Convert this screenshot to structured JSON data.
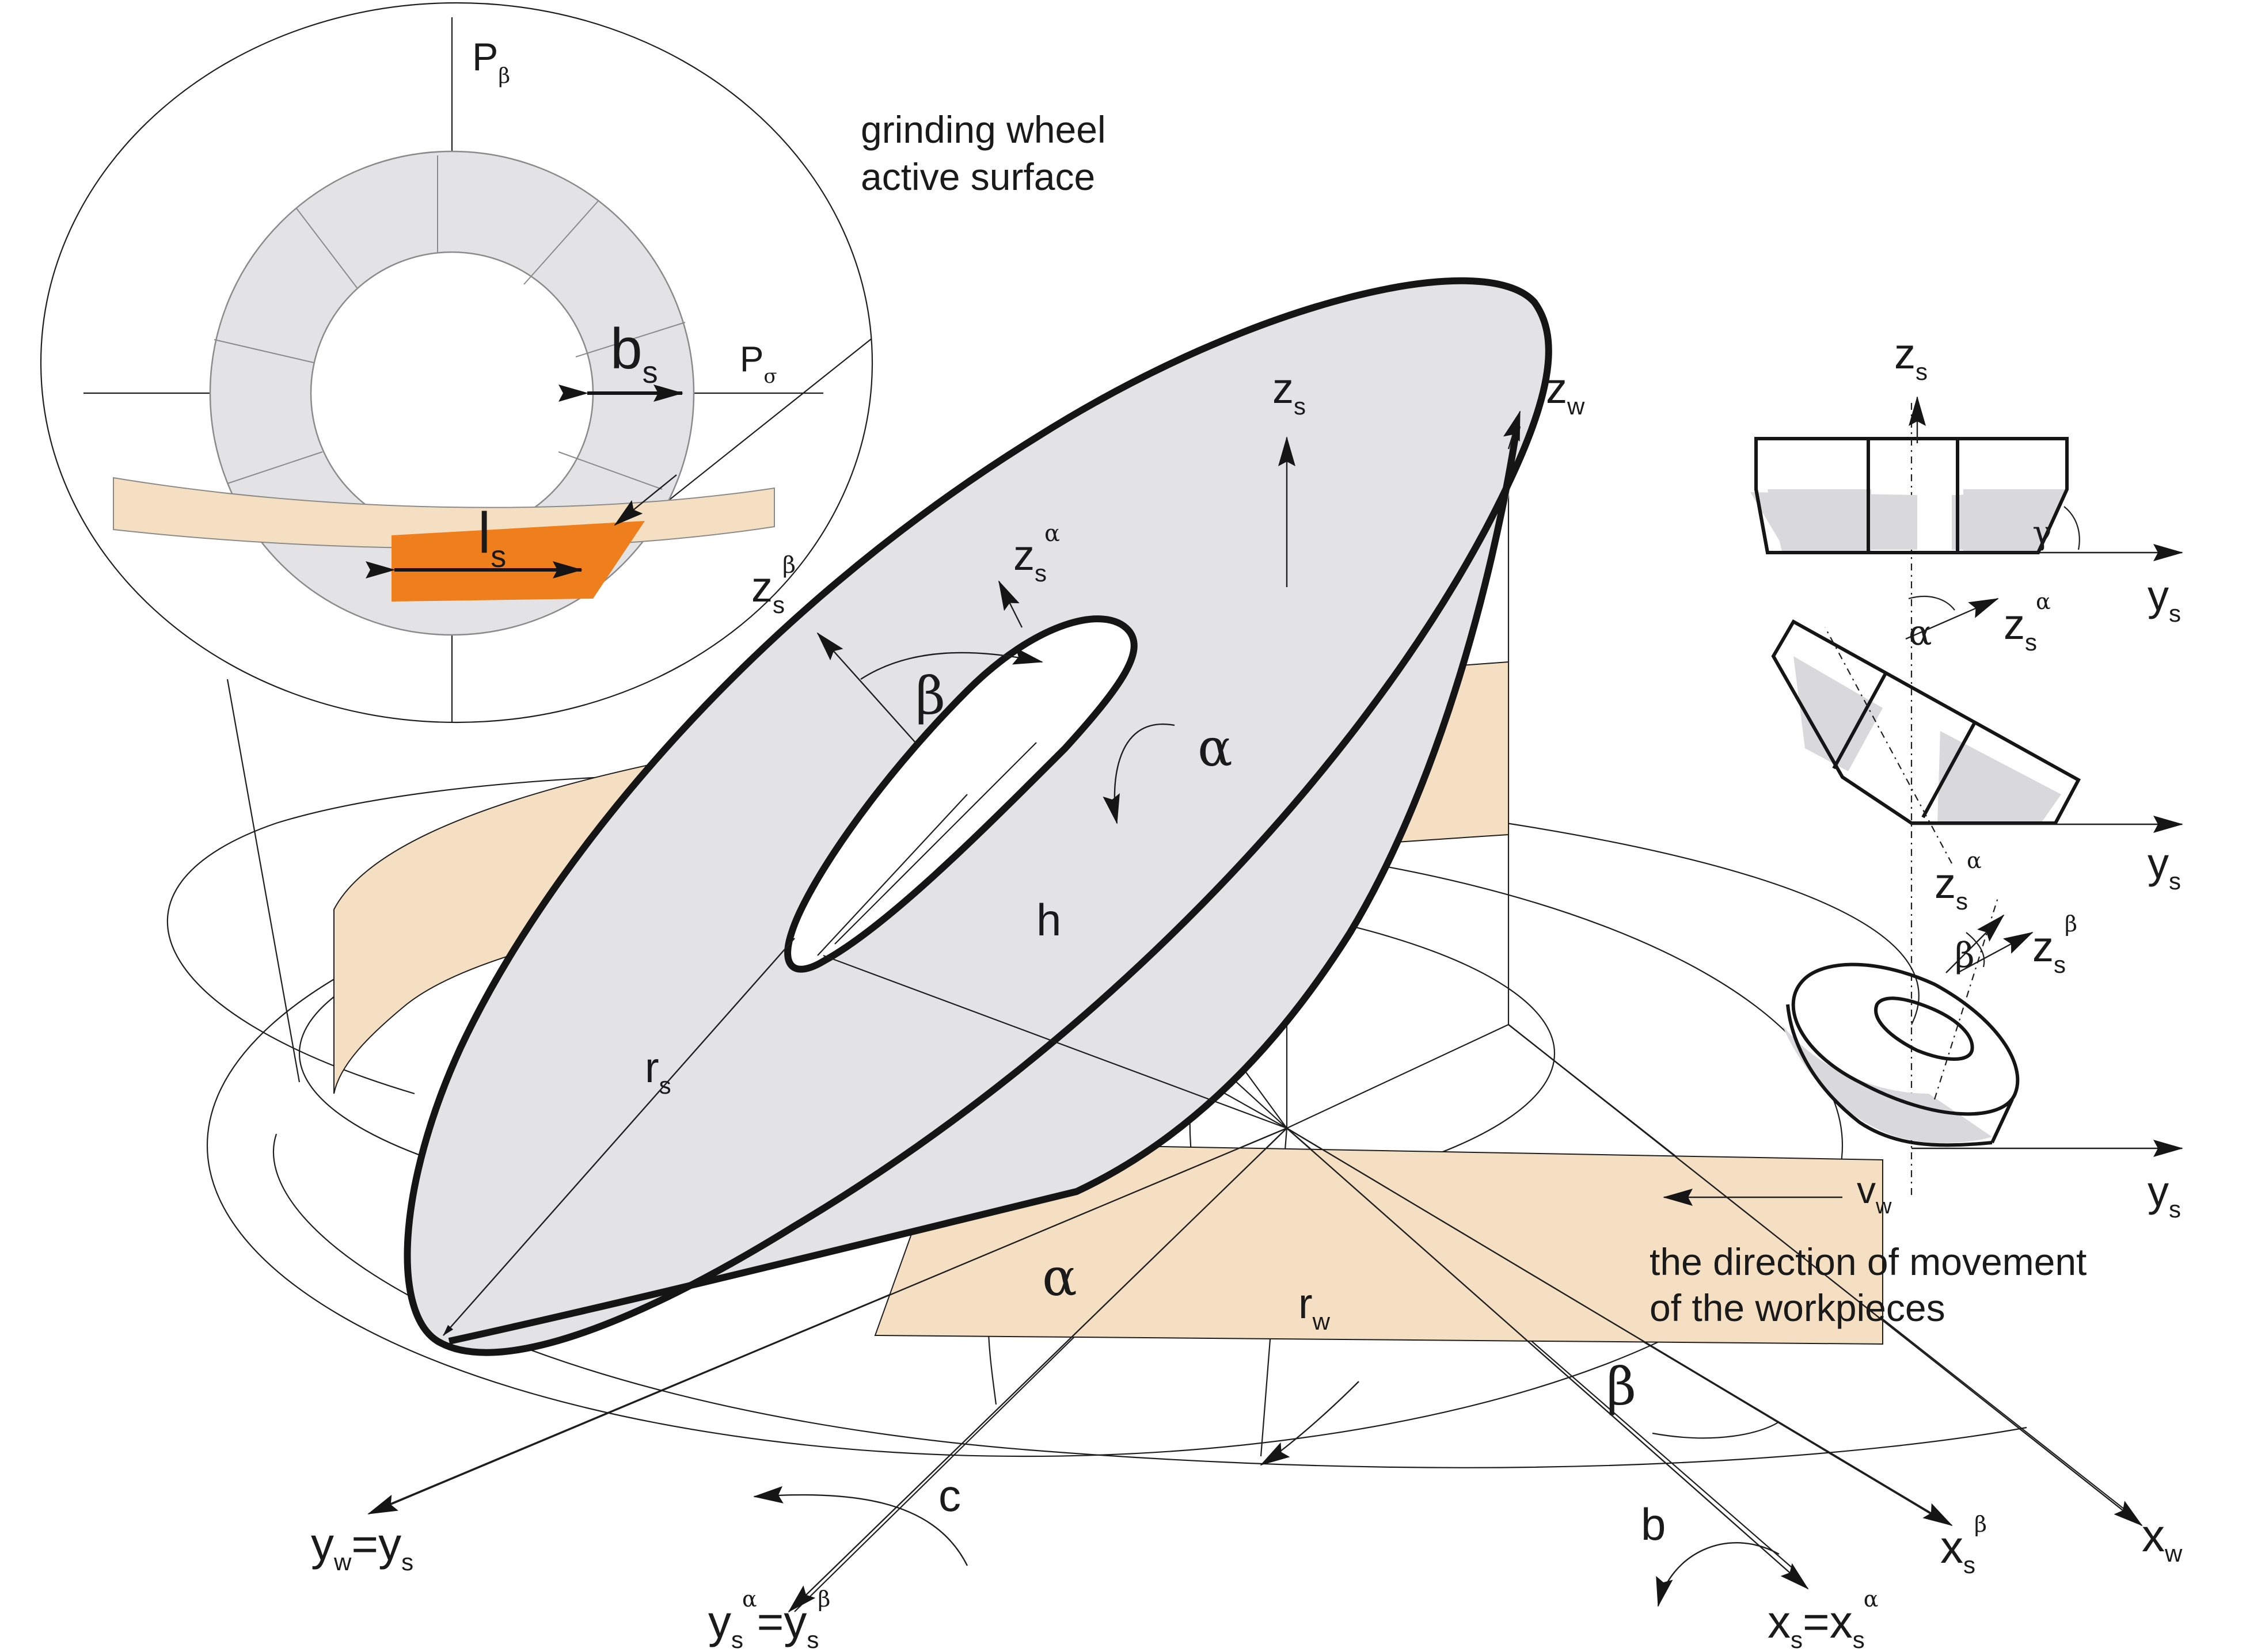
{
  "colors": {
    "wheel_fill": "#e3e3e5",
    "band_fill": "#f5dfc3",
    "contact_fill": "#ef7f1c",
    "outline": "#151515"
  },
  "inset": {
    "title_line1": "grinding wheel",
    "title_line2": "active surface",
    "p_beta": "P",
    "p_beta_sub": "β",
    "p_sigma": "P",
    "p_sigma_sub": "σ",
    "bs": "b",
    "bs_sub": "s",
    "ls": "l",
    "ls_sub": "s"
  },
  "main": {
    "zs": "z",
    "zs_sub": "s",
    "zw": "z",
    "zw_sub": "w",
    "zsa": "z",
    "zsa_sub": "s",
    "zsa_sup": "α",
    "zsb": "z",
    "zsb_sub": "s",
    "zsb_sup": "β",
    "beta": "β",
    "alpha": "α",
    "h": "h",
    "rs": "r",
    "rs_sub": "s",
    "rw": "r",
    "rw_sub": "w",
    "vw": "v",
    "vw_sub": "w",
    "alpha_lower": "α",
    "beta_lower": "β",
    "c": "c",
    "b": "b",
    "direction_line1": "the direction of movement",
    "direction_line2": "of the workpieces"
  },
  "axes": {
    "yw_ys": {
      "y": "y",
      "w": "w",
      "eq": "=",
      "y2": "y",
      "s": "s"
    },
    "ysa_ysb": {
      "y": "y",
      "s": "s",
      "a": "α",
      "eq": "=",
      "y2": "y",
      "s2": "s",
      "b": "β"
    },
    "xs_xsa": {
      "x": "x",
      "s": "s",
      "eq": "=",
      "x2": "x",
      "s2": "s",
      "a": "α"
    },
    "xsb": {
      "x": "x",
      "s": "s",
      "b": "β"
    },
    "xw": {
      "x": "x",
      "w": "w"
    }
  },
  "side": {
    "zs_top": "z",
    "zs_top_sub": "s",
    "gamma": "γ",
    "ys1": "y",
    "ys1_sub": "s",
    "alpha": "α",
    "zsa": "z",
    "zsa_sub": "s",
    "zsa_sup": "α",
    "ys2": "y",
    "ys2_sub": "s",
    "zsa2": "z",
    "zsa2_sub": "s",
    "zsa2_sup": "α",
    "beta": "β",
    "zsb": "z",
    "zsb_sub": "s",
    "zsb_sup": "β",
    "ys3": "y",
    "ys3_sub": "s"
  }
}
